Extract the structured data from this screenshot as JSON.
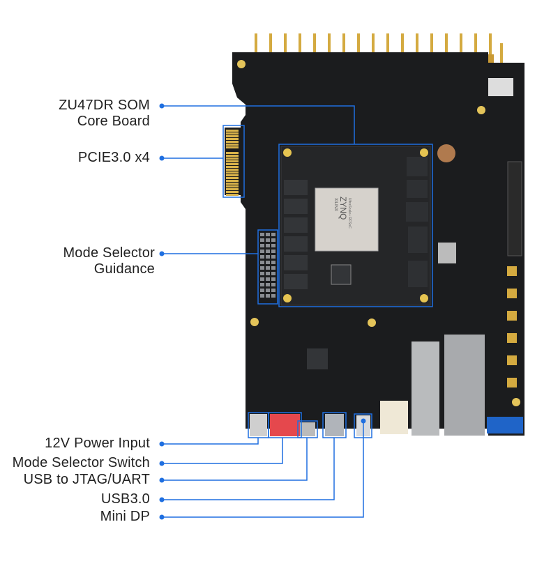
{
  "labels": {
    "som_line1": "ZU47DR SOM",
    "som_line2": "Core Board",
    "pcie": "PCIE3.0 x4",
    "guidance_line1": "Mode Selector",
    "guidance_line2": "Guidance",
    "power": "12V Power Input",
    "mode_switch": "Mode Selector Switch",
    "usb_jtag": "USB to JTAG/UART",
    "usb3": "USB3.0",
    "mini_dp": "Mini DP"
  },
  "chip": {
    "brand": "XILINX",
    "family": "ZYNQ",
    "series": "UltraScale+ RFSoC"
  },
  "colors": {
    "callout": "#1f6fe0",
    "board": "#1b1c1e",
    "gold": "#d8b24a",
    "text": "#222222"
  }
}
